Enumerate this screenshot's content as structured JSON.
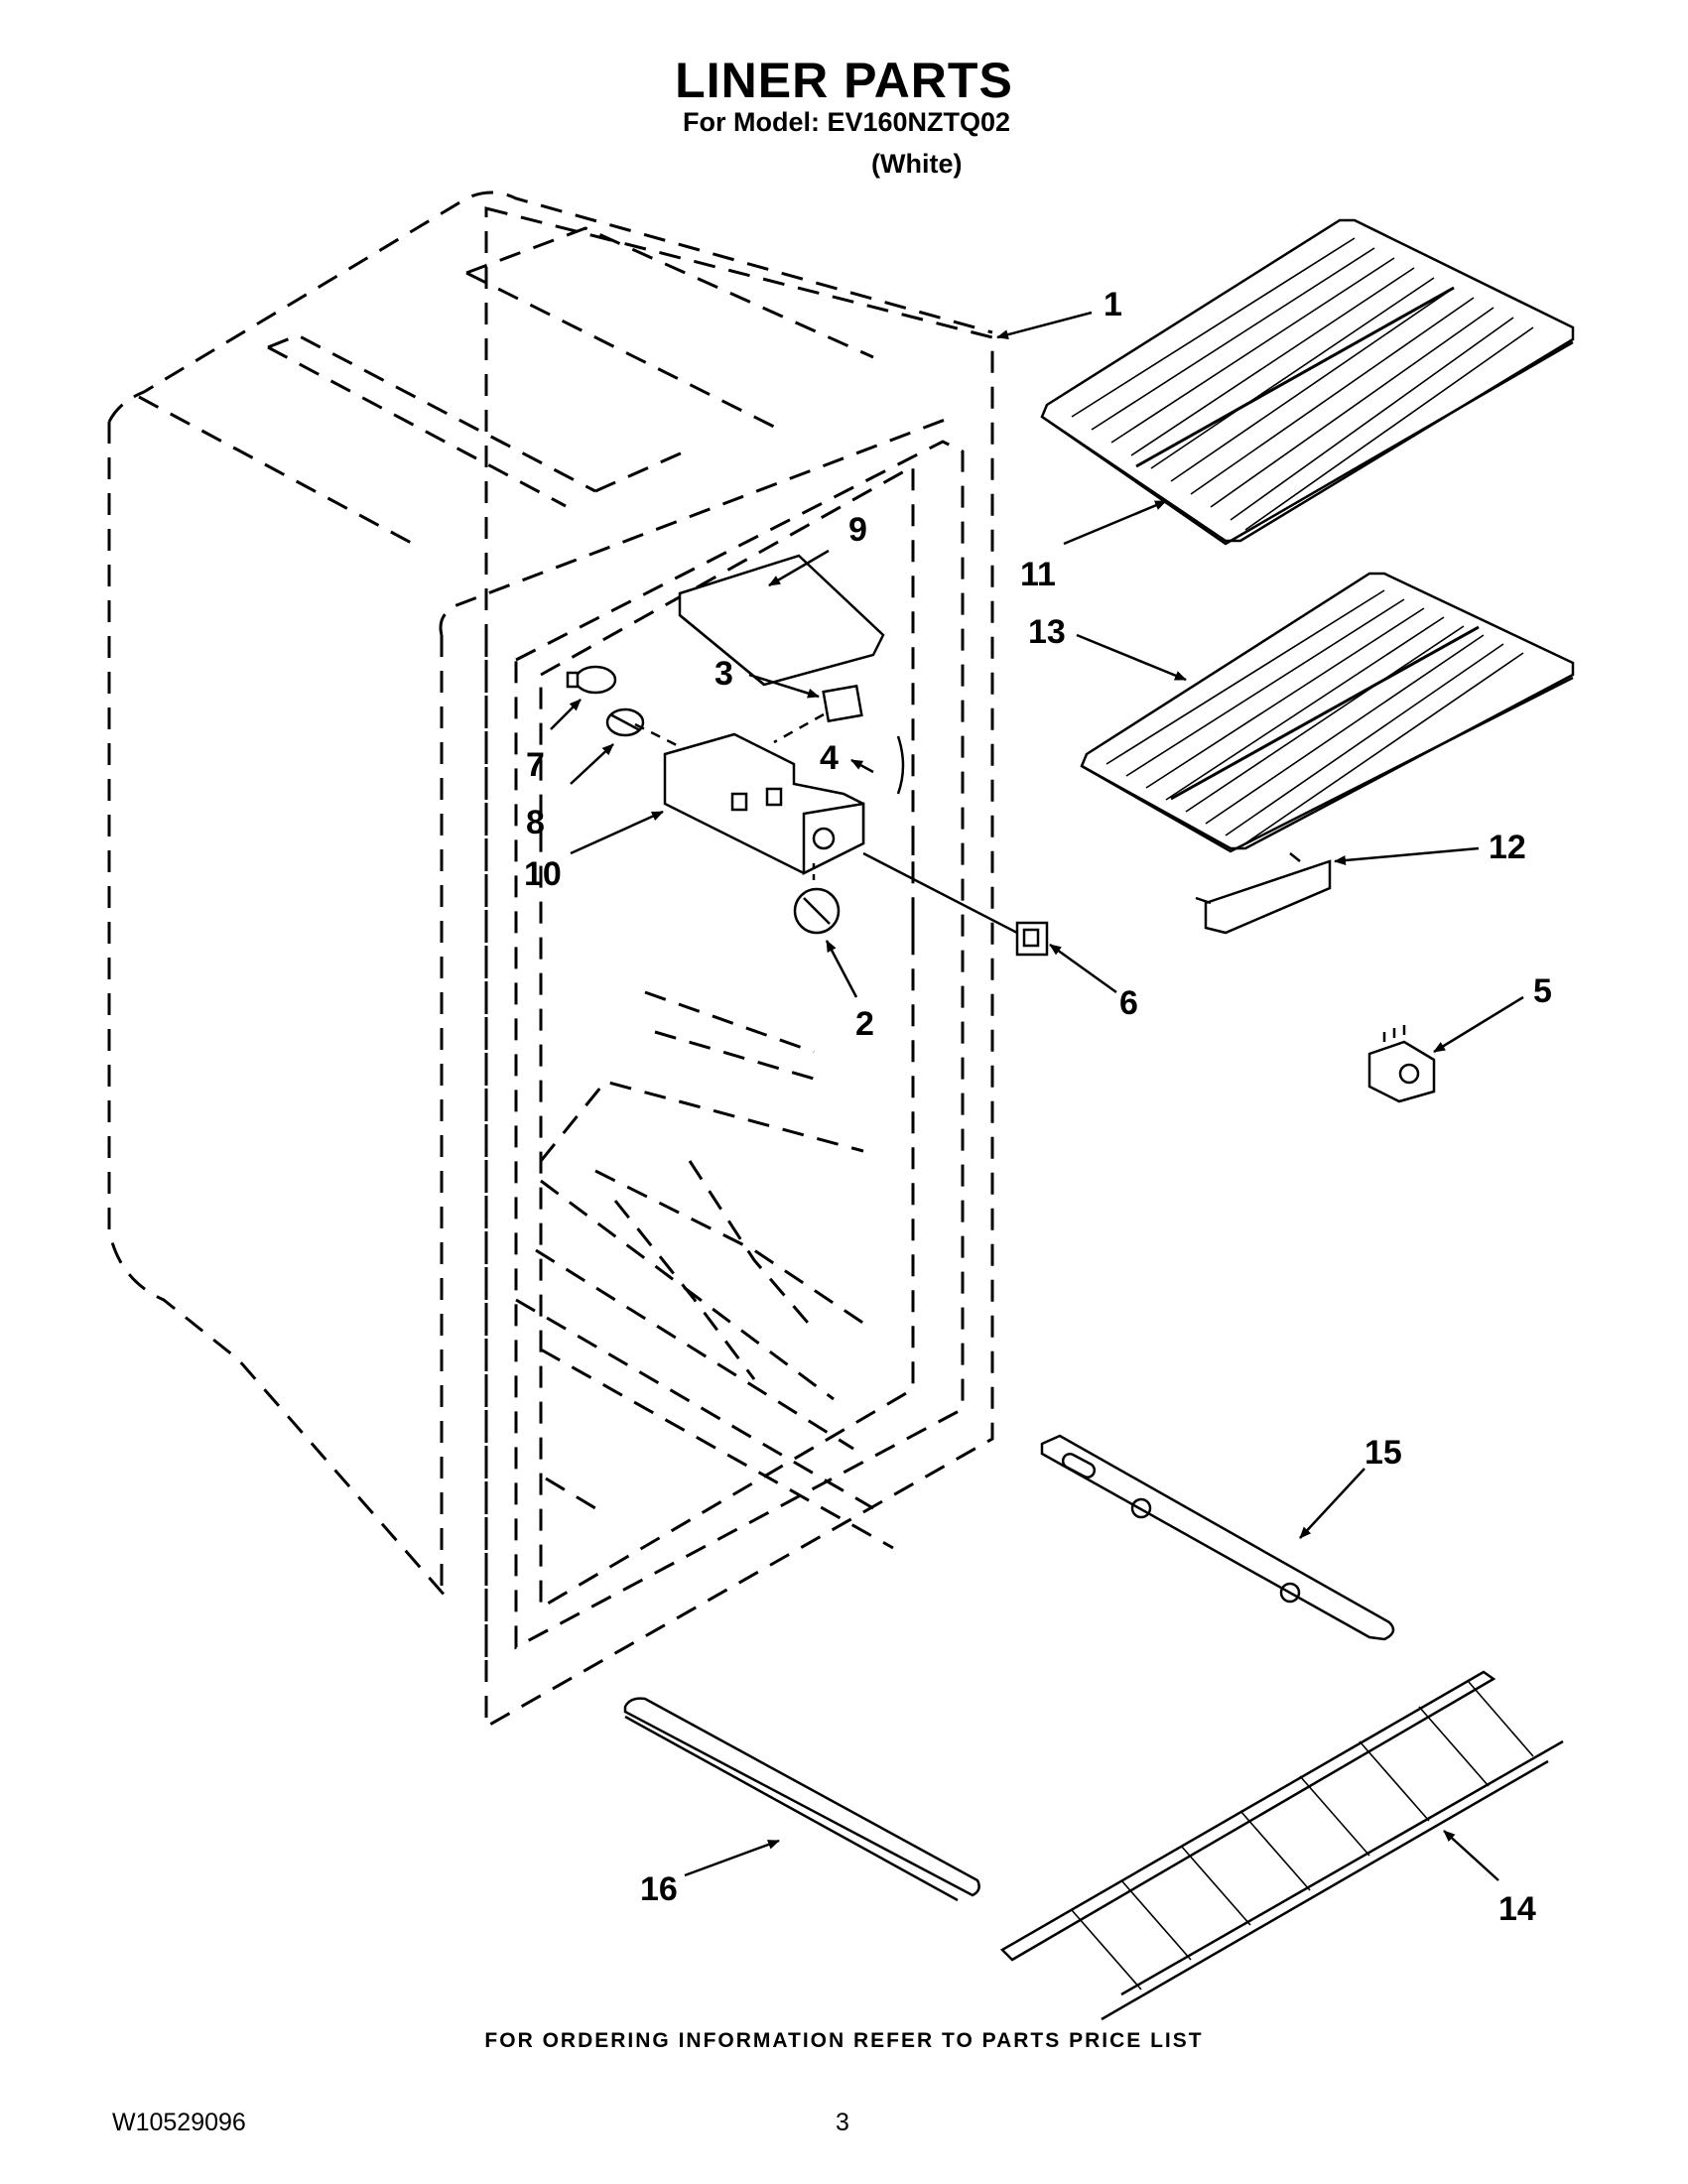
{
  "header": {
    "title": "LINER PARTS",
    "model_line": "For Model: EV160NZTQ02",
    "variant": "(White)"
  },
  "callouts": {
    "c1": "1",
    "c2": "2",
    "c3": "3",
    "c4": "4",
    "c5": "5",
    "c6": "6",
    "c7": "7",
    "c8": "8",
    "c9": "9",
    "c10": "10",
    "c11": "11",
    "c12": "12",
    "c13": "13",
    "c14": "14",
    "c15": "15",
    "c16": "16"
  },
  "footer": {
    "note": "FOR ORDERING INFORMATION REFER TO PARTS PRICE LIST",
    "doc_number": "W10529096",
    "page_number": "3"
  }
}
